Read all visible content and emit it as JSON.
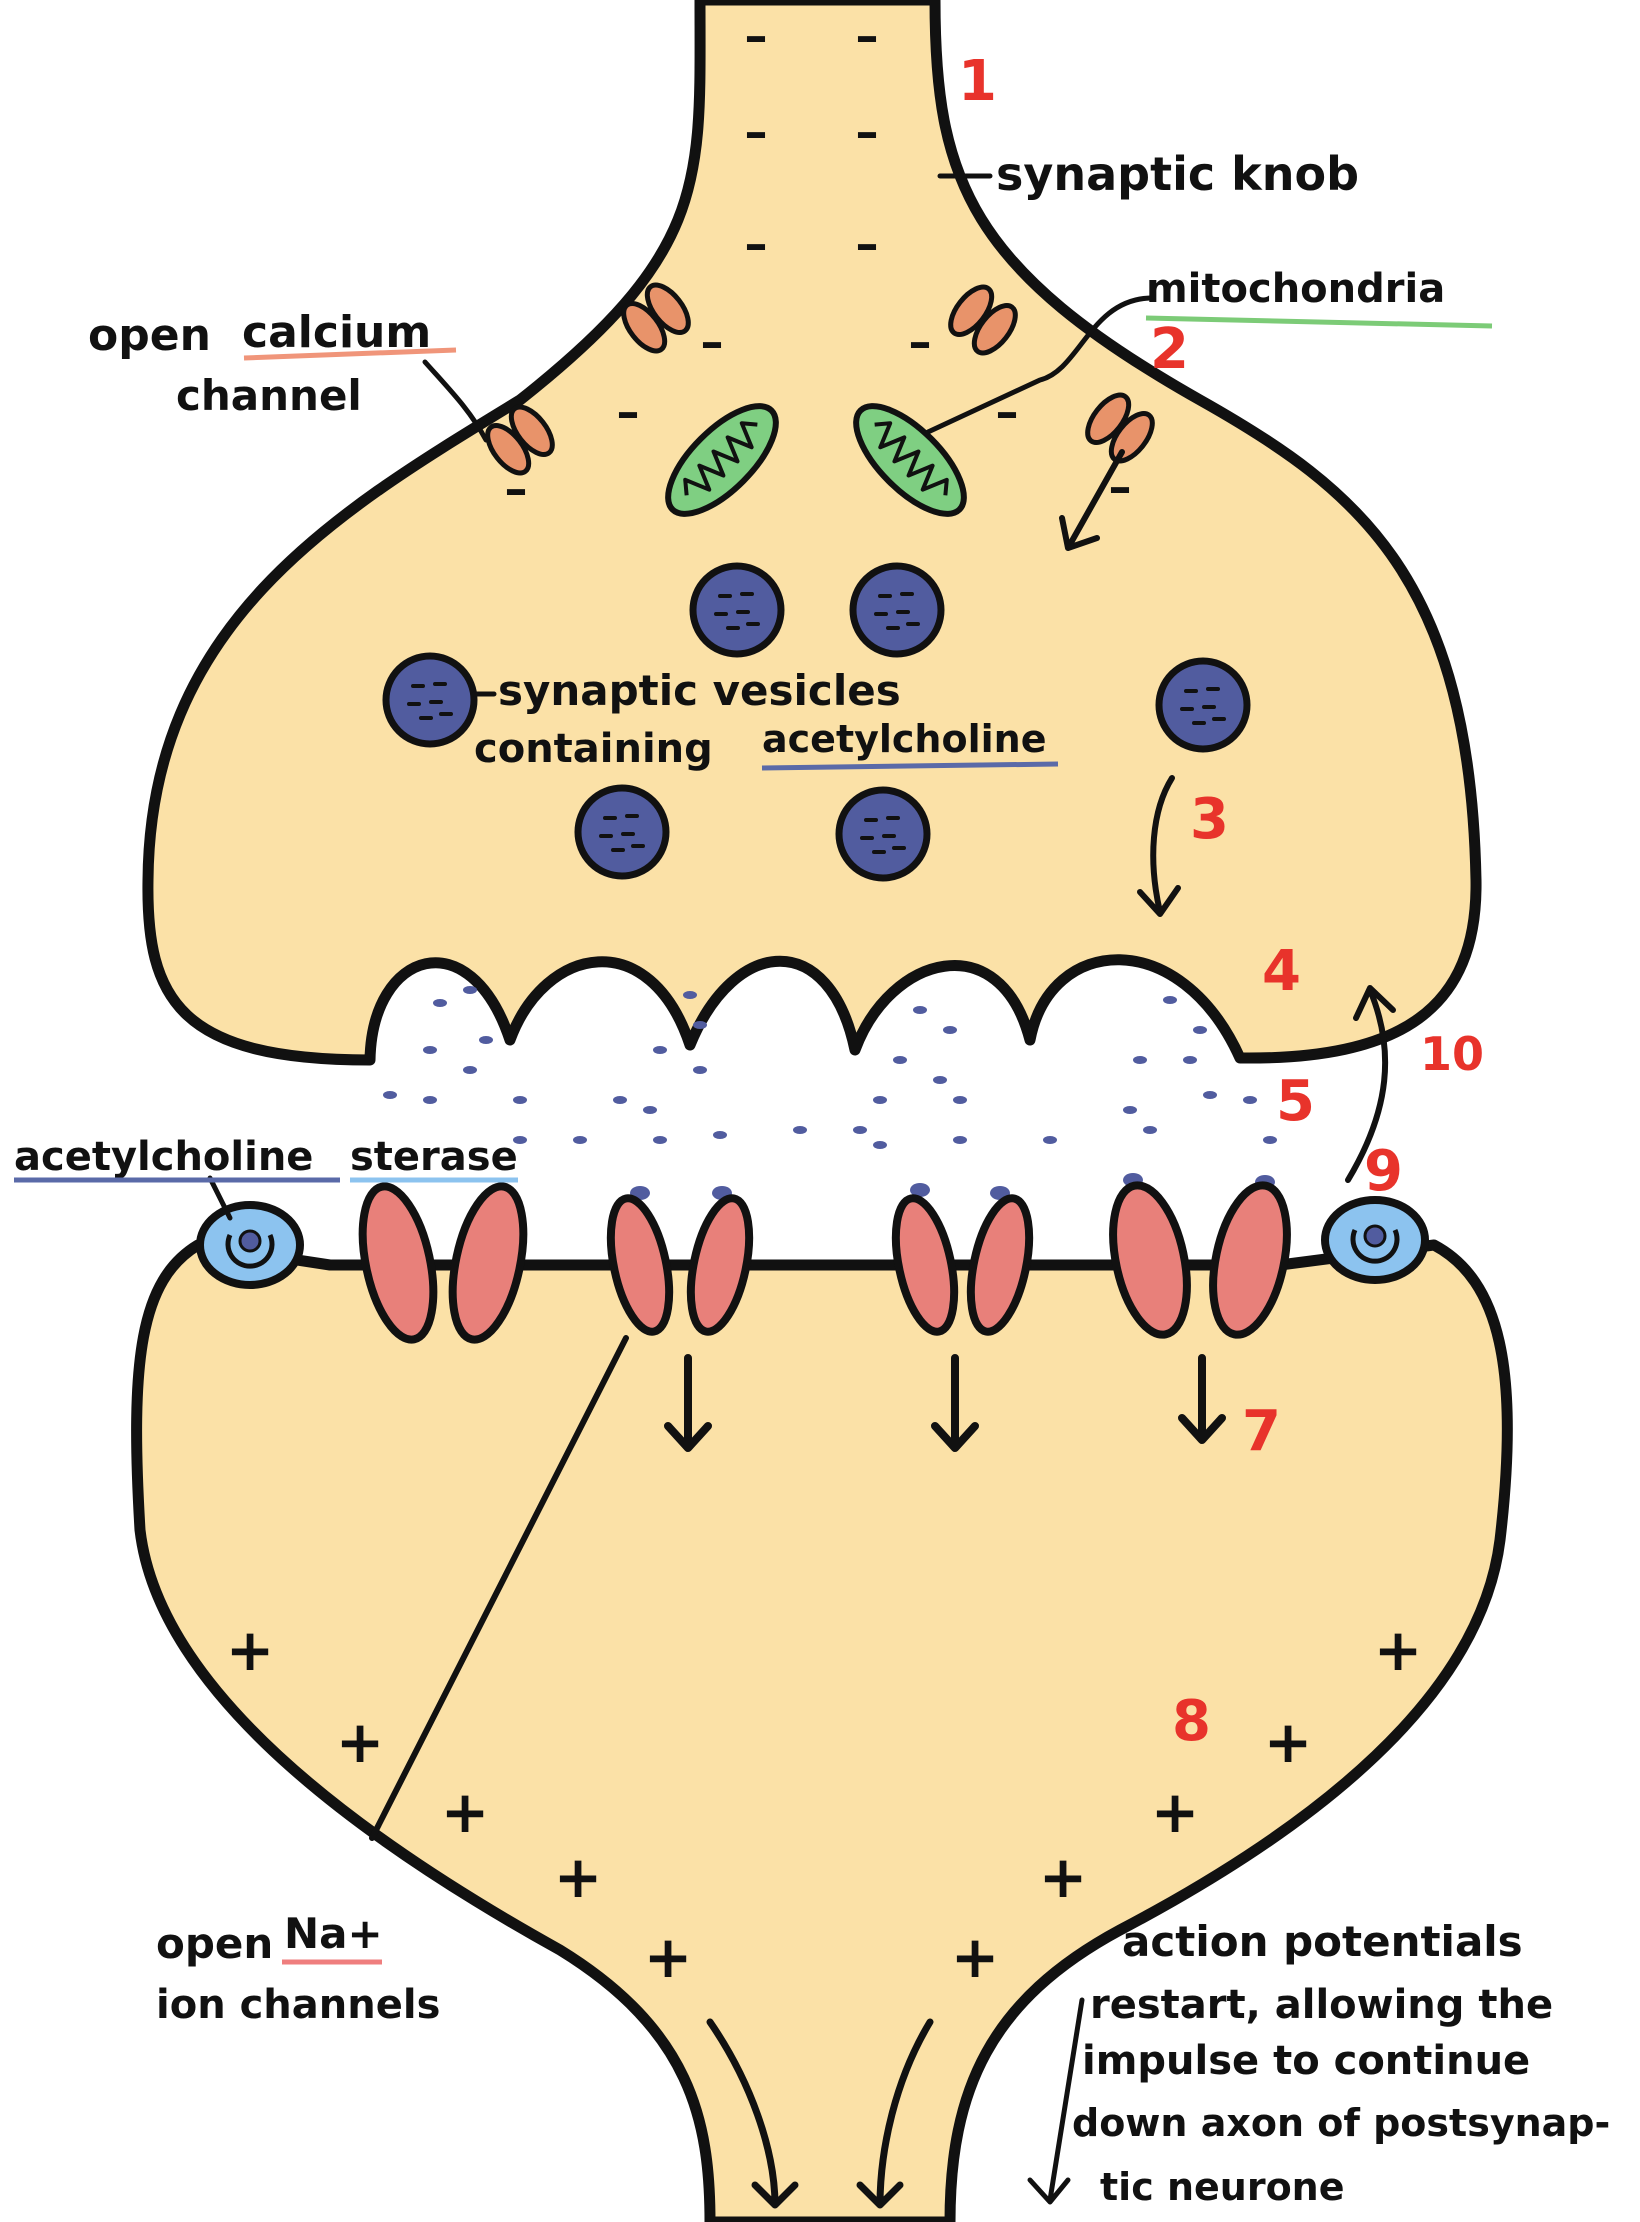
{
  "labels": {
    "synaptic_knob": "synaptic knob",
    "mitochondria": "mitochondria",
    "open_calcium_1": "open ",
    "open_calcium_2": "calcium",
    "open_calcium_3": "channel",
    "vesicles_1": "synaptic vesicles",
    "vesicles_2": "containing ",
    "vesicles_3": "acetylcholine",
    "ache_1": "acetylcholine",
    "ache_2": "sterase",
    "na_1": "open ",
    "na_2": "Na+",
    "na_3": "ion channels",
    "ap_1": "action potentials",
    "ap_2": "restart, allowing the",
    "ap_3": "impulse to continue",
    "ap_4": "down axon of postsynap-",
    "ap_5": "tic neurone"
  },
  "steps": [
    "1",
    "2",
    "3",
    "4",
    "5",
    "7",
    "8",
    "9",
    "10"
  ],
  "charges": {
    "negative": "–",
    "positive": "+"
  },
  "colors": {
    "cytoplasm": "#fbe1a7",
    "outline": "#111111",
    "calcium_channel": "#e8936a",
    "mitochondria": "#7fcf82",
    "vesicle": "#515c9f",
    "na_channel": "#e8807a",
    "acetylcholinesterase": "#8cc3ef",
    "step_number": "#e8332b",
    "underline_calcium": "#f0957a",
    "underline_mitochondria": "#7ccb77",
    "underline_acetylcholine": "#5a6aa8",
    "underline_sterase": "#8cc3ef",
    "underline_na": "#ef7e7e"
  }
}
